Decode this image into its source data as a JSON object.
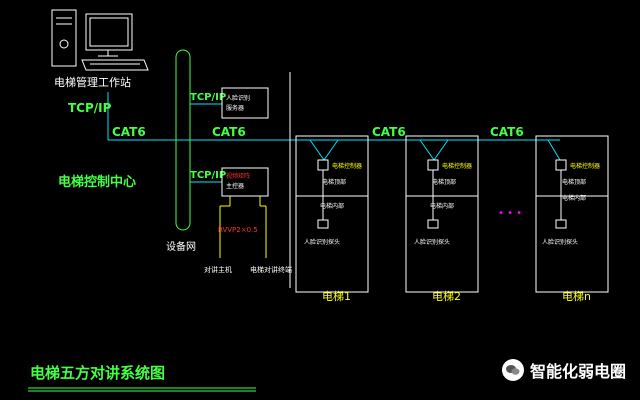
{
  "workstation_label": "电梯管理工作站",
  "control_center_label": "电梯控制中心",
  "protocol_label": "TCP/IP",
  "cable_label": "CAT6",
  "device_network_label": "设备网",
  "top_box": {
    "line1": "人脸识别",
    "line2": "服务器"
  },
  "bottom_box": {
    "line1": "视频矩阵",
    "line2": "主控器"
  },
  "rvvp_label": "RVVP2×0.5",
  "intercom_host_label": "对讲主机",
  "elevator_terminal_label": "电梯对讲终端",
  "elevators": [
    {
      "name": "电梯1",
      "controller": "电梯控制器",
      "top": "电梯顶部",
      "interior": "电梯内部",
      "camera": "人脸识别探头"
    },
    {
      "name": "电梯2",
      "controller": "电梯控制器",
      "top": "电梯顶部",
      "interior": "电梯内部",
      "camera": "人脸识别探头"
    },
    {
      "name": "电梯n",
      "controller": "电梯控制器",
      "top": "电梯顶部",
      "interior": "电梯内部",
      "camera": "人脸识别探头"
    }
  ],
  "ellipsis": "• • •",
  "title": "电梯五方对讲系统图",
  "watermark": "智能化弱电圈",
  "colors": {
    "line": "#00e5ff",
    "text_green": "#44ff44",
    "box_border": "#ffffff",
    "accent_yellow": "#ffff00",
    "accent_red": "#ff3333",
    "ellipsis": "#ff00ff"
  }
}
